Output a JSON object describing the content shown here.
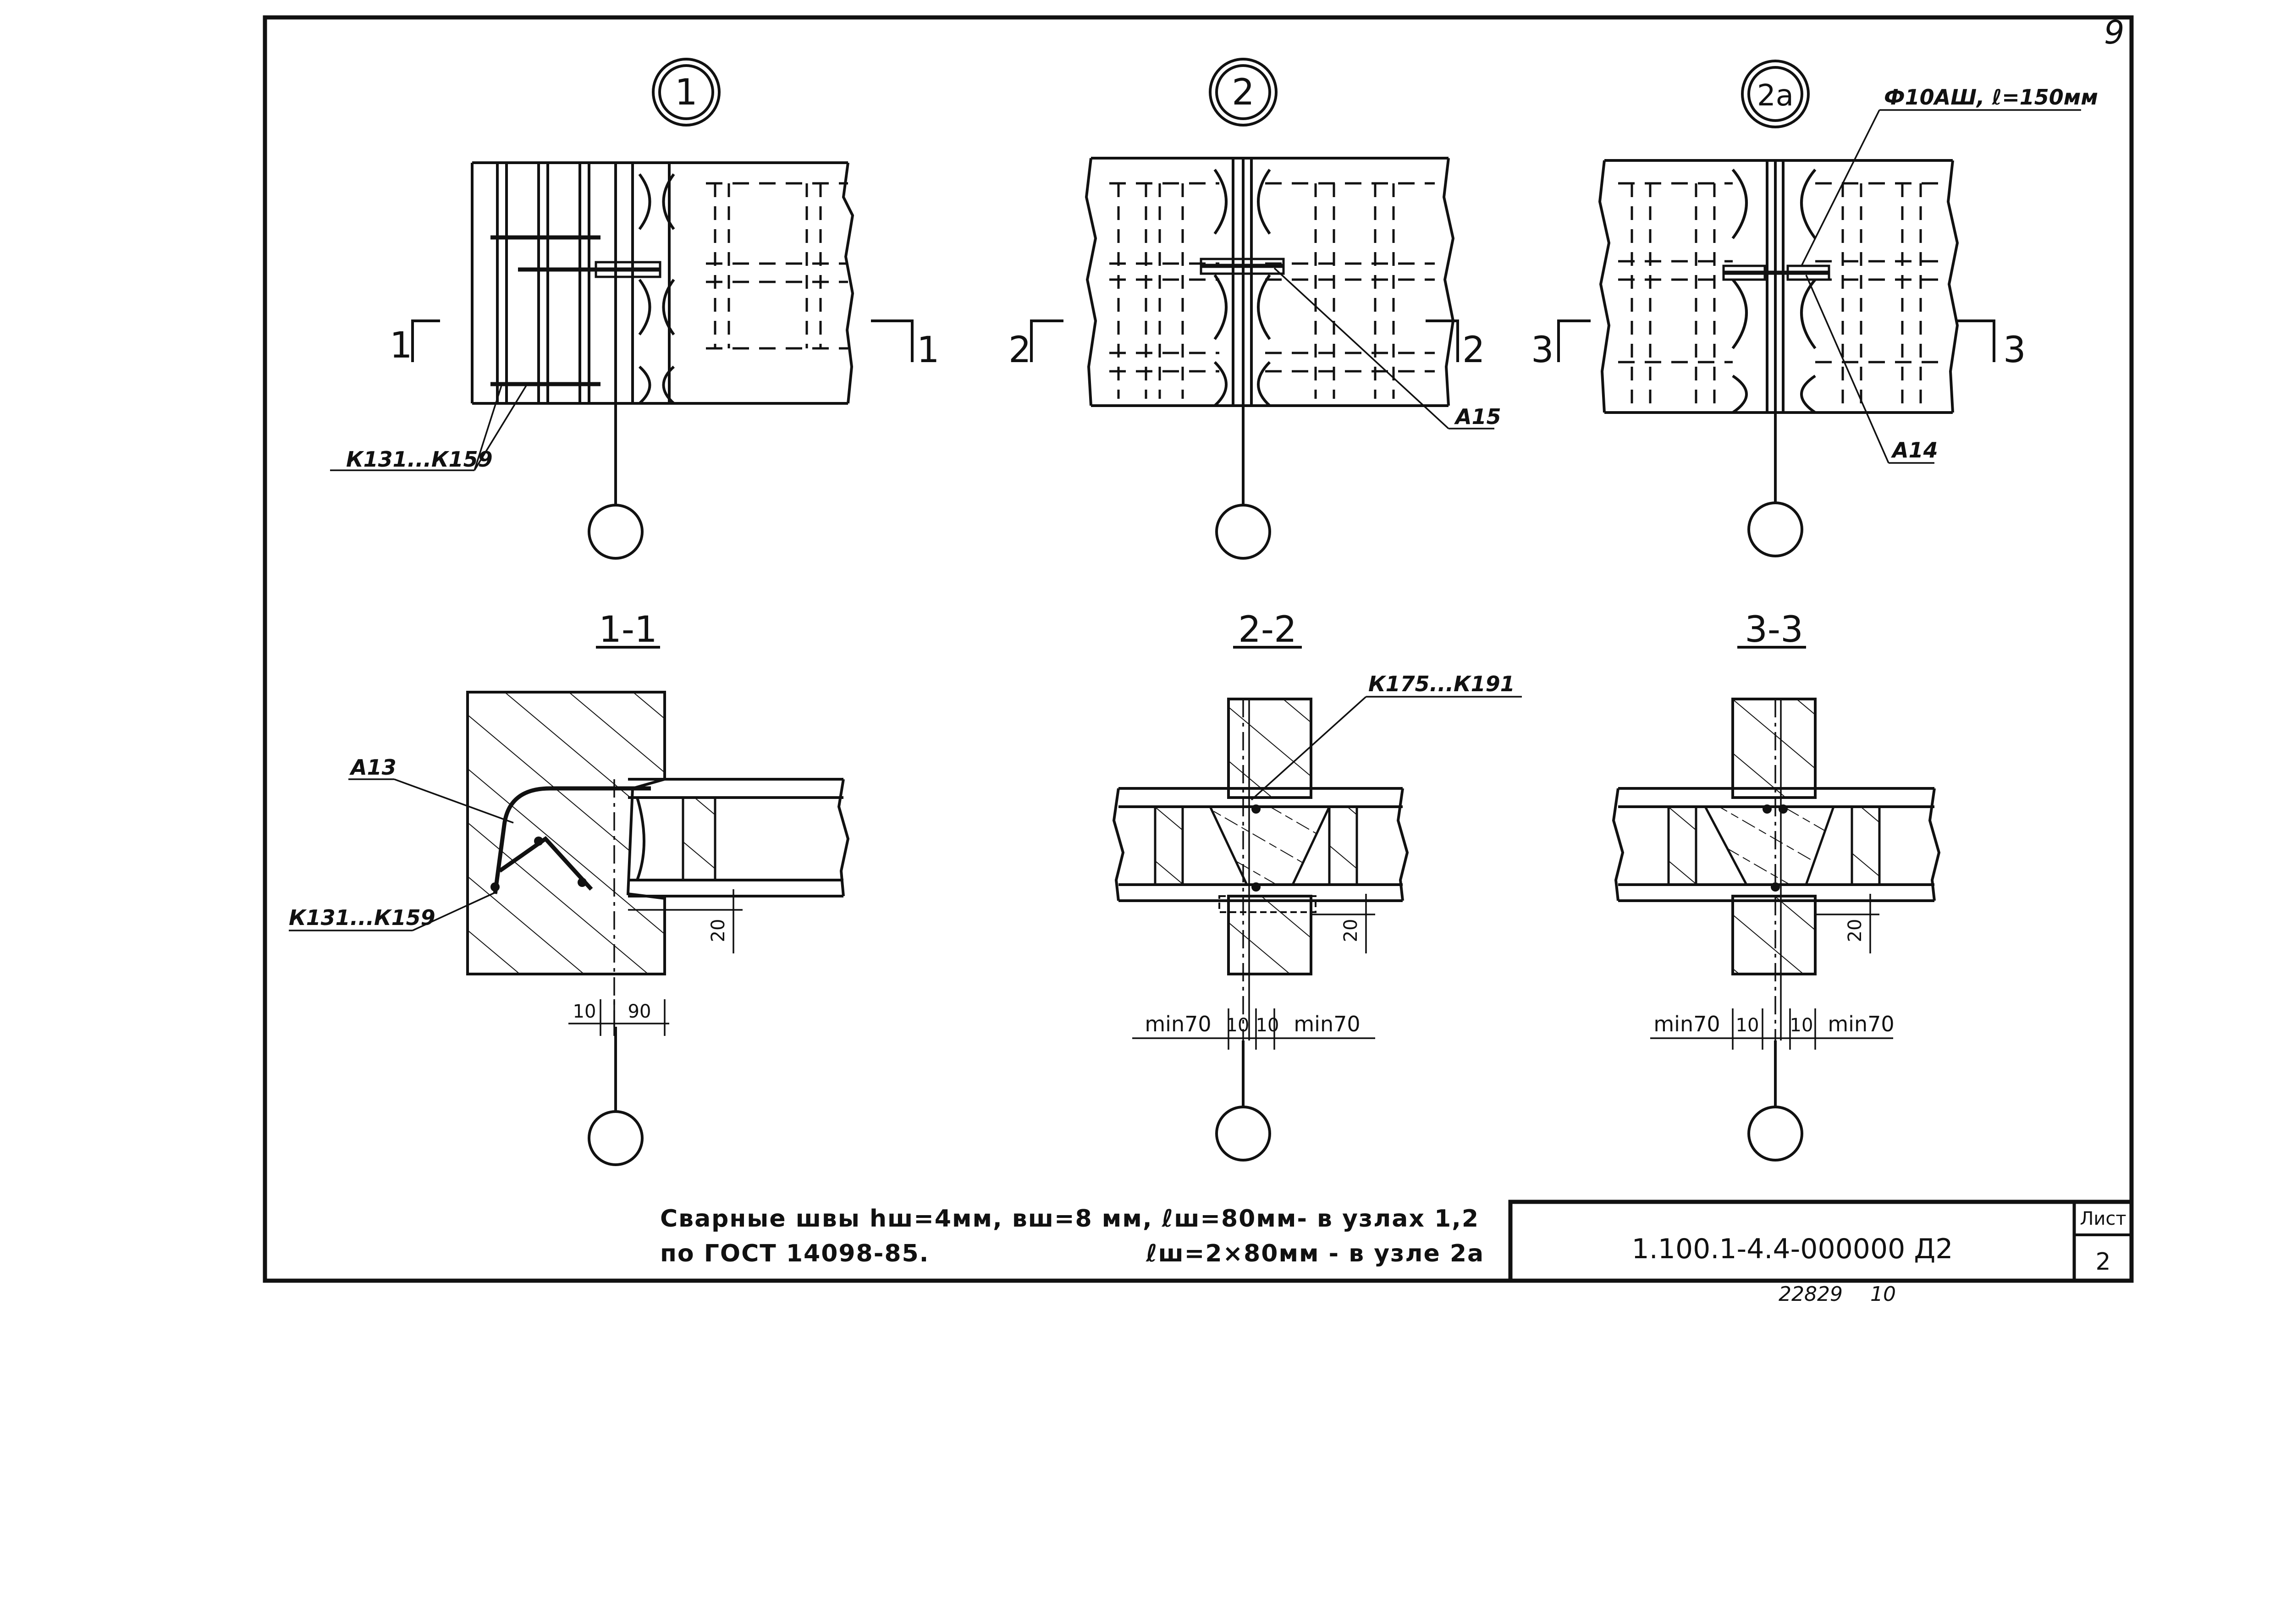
{
  "corner_mark": "9",
  "nodes": [
    {
      "id": "1",
      "marker": "1"
    },
    {
      "id": "2",
      "marker": "2"
    },
    {
      "id": "2a",
      "marker": "2а"
    }
  ],
  "callouts": {
    "k131_k159_top": "К131...К159",
    "a15": "А15",
    "a14": "А14",
    "bar_spec": "Ф10АШ, ℓ=150мм",
    "a13": "А13",
    "k131_k159_sec": "К131...К159",
    "k175_k191": "К175...К191"
  },
  "cut_marks": {
    "left_1": "1",
    "right_1": "1",
    "left_2": "2",
    "right_2": "2",
    "left_3": "3",
    "right_3": "3"
  },
  "sections": [
    {
      "title": "1-1"
    },
    {
      "title": "2-2"
    },
    {
      "title": "3-3"
    }
  ],
  "dimensions": {
    "s1_left": "10",
    "s1_right": "90",
    "s1_vertical": "20",
    "s2_min_left": "min70",
    "s2_10a": "10",
    "s2_10b": "10",
    "s2_min_right": "min70",
    "s2_vertical": "20",
    "s3_min_left": "min70",
    "s3_10a": "10",
    "s3_10b": "10",
    "s3_min_right": "min70",
    "s3_vertical": "20"
  },
  "notes": {
    "line1": "Сварные швы hш=4мм, вш=8 мм, ℓш=80мм- в узлах 1,2",
    "line2_left": "по ГОСТ 14098-85.",
    "line2_right": "ℓш=2×80мм - в узле 2а"
  },
  "title_block": {
    "doc_code": "1.100.1-4.4-000000 Д2",
    "sheet_label": "Лист",
    "sheet_number": "2"
  },
  "footer": {
    "order_number": "22829",
    "format": "10"
  }
}
